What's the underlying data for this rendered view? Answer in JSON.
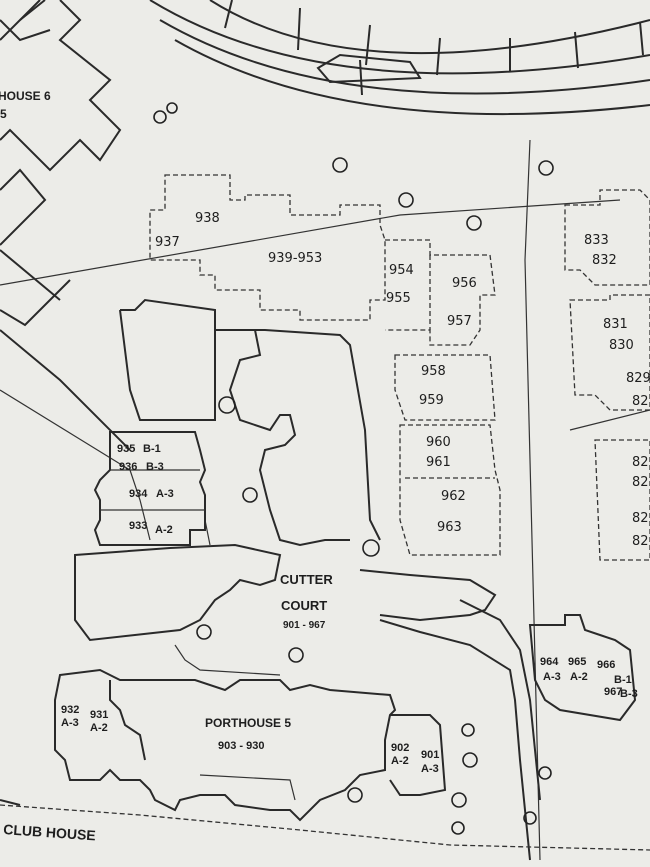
{
  "top_left": {
    "name": "HOUSE 6",
    "num": "5"
  },
  "bottom_left": {
    "name": "CLUB HOUSE"
  },
  "street": {
    "name": "CUTTER",
    "name2": "COURT",
    "range": "901 - 967"
  },
  "porthouse": {
    "name": "PORTHOUSE 5",
    "range": "903 - 930"
  },
  "dashed_units": [
    "938",
    "937",
    "939-953",
    "954",
    "956",
    "955",
    "957",
    "958",
    "959",
    "960",
    "961",
    "962",
    "963"
  ],
  "right_units": [
    "833",
    "832",
    "831",
    "830",
    "829",
    "82",
    "82",
    "82",
    "82",
    "82"
  ],
  "block_935": {
    "a": "935",
    "a_type": "B-1",
    "b": "936",
    "b_type": "B-3",
    "c": "934",
    "c_type": "A-3",
    "d": "933",
    "d_type": "A-2"
  },
  "block_932": {
    "a": "932",
    "a_type": "A-3",
    "b": "931",
    "b_type": "A-2"
  },
  "block_902": {
    "a": "902",
    "a_type": "A-2",
    "b": "901",
    "b_type": "A-3"
  },
  "block_964": {
    "a": "964",
    "a_type": "A-3",
    "b": "965",
    "b_type": "A-2",
    "c": "966",
    "c_type": "B-1",
    "d": "967",
    "d_type": "B-3"
  }
}
